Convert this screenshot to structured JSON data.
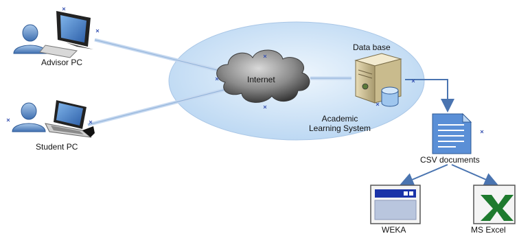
{
  "diagram": {
    "nodes": {
      "advisor_pc": {
        "label": "Advisor PC"
      },
      "student_pc": {
        "label": "Student PC"
      },
      "internet": {
        "label": "Internet"
      },
      "database": {
        "label": "Data base"
      },
      "system": {
        "line1": "Academic",
        "line2": "Learning System"
      },
      "csv": {
        "label": "CSV documents"
      },
      "weka": {
        "label": "WEKA"
      },
      "excel": {
        "label": "MS Excel"
      }
    },
    "colors": {
      "ellipse_fill": "#cfe3f7",
      "link": "#c5d8f0",
      "arrow": "#4a74b0",
      "cloud": "#6a6a6a",
      "excel_green": "#1e7a2e",
      "weka_blue": "#1a33a8"
    },
    "icons": {
      "advisor": [
        "user-icon",
        "desktop-monitor-icon"
      ],
      "student": [
        "user-icon",
        "laptop-icon"
      ],
      "internet": "cloud-icon",
      "database": [
        "server-icon",
        "database-cylinder-icon"
      ],
      "csv": "document-icon",
      "weka": "window-app-icon",
      "excel": "excel-icon"
    }
  }
}
